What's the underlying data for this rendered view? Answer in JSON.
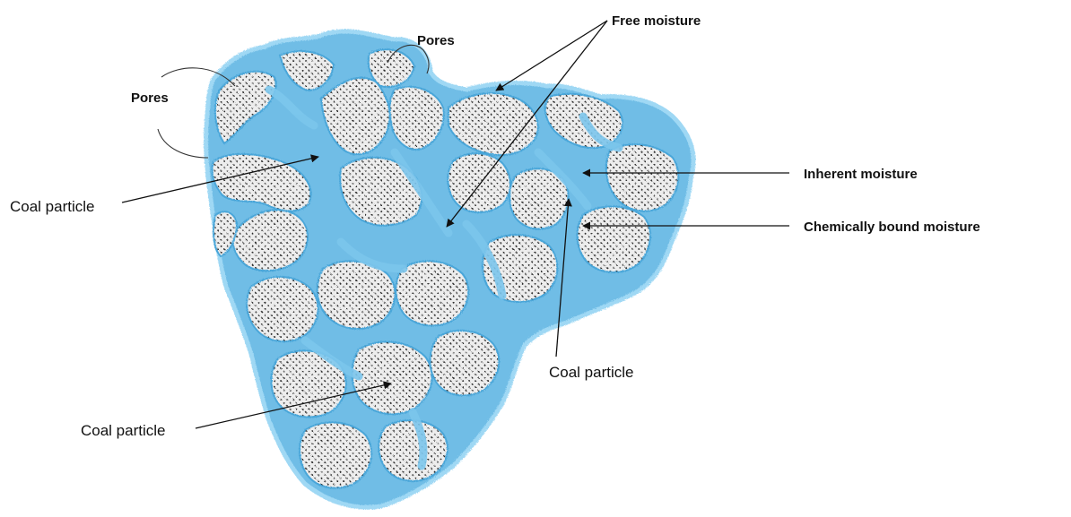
{
  "diagram": {
    "labels": {
      "free_moisture": "Free moisture",
      "pores_top": "Pores",
      "pores_left": "Pores",
      "coal_particle_left": "Coal particle",
      "inherent_moisture": "Inherent moisture",
      "chemically_bound_moisture": "Chemically bound moisture",
      "coal_particle_right": "Coal particle",
      "coal_particle_bottom": "Coal particle"
    },
    "colors": {
      "moisture_blue": "#5fb3e0",
      "moisture_edge": "#8fd0f2",
      "coal_fill": "#ececec",
      "coal_dot": "#333333",
      "text": "#111111"
    }
  }
}
